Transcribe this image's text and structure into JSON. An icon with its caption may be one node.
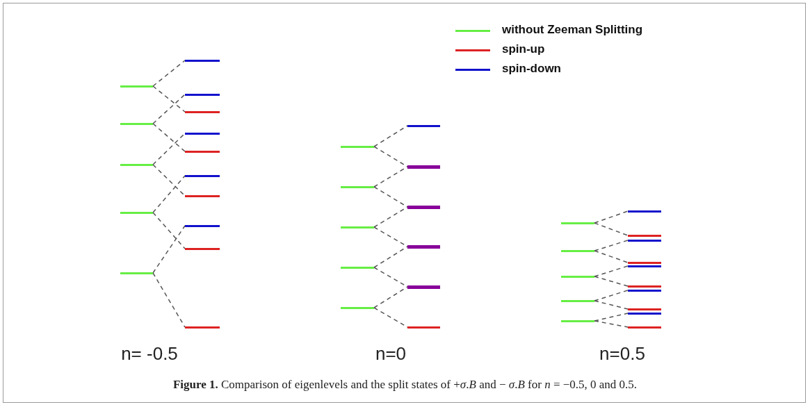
{
  "diagram": {
    "caption": "**Figure 1.** Comparison of eigenlevels and the split states of +*σ*.*B* and − *σ*.*B* for *n* = −0.5, 0 and 0.5.",
    "nodes": [
      {
        "text": [],
        "shape": "bar"
      },
      {
        "text": [],
        "shape": "bar"
      },
      {
        "text": [],
        "shape": "bar"
      },
      {
        "text": [],
        "shape": "bar"
      },
      {
        "text": [],
        "shape": "bar"
      },
      {
        "text": [],
        "shape": "bar"
      },
      {
        "text": [],
        "shape": "bar"
      },
      {
        "text": [],
        "shape": "bar"
      },
      {
        "text": [],
        "shape": "bar"
      },
      {
        "text": [],
        "shape": "bar"
      },
      {
        "text": [],
        "shape": "bar"
      },
      {
        "text": [],
        "shape": "bar"
      },
      {
        "text": [],
        "shape": "bar"
      },
      {
        "text": [],
        "shape": "bar"
      },
      {
        "text": [],
        "shape": "bar"
      },
      {
        "text": [],
        "shape": "bar"
      },
      {
        "text": [],
        "shape": "bar"
      },
      {
        "text": [],
        "shape": "bar"
      },
      {
        "text": [],
        "shape": "bar"
      },
      {
        "text": [],
        "shape": "bar"
      },
      {
        "text": [],
        "shape": "bar"
      },
      {
        "text": [],
        "shape": "bar"
      },
      {
        "text": [],
        "shape": "bar"
      },
      {
        "text": [],
        "shape": "bar"
      },
      {
        "text": [],
        "shape": "bar"
      },
      {
        "text": [],
        "shape": "bar"
      },
      {
        "text": [],
        "shape": "bar"
      },
      {
        "text": [],
        "shape": "bar"
      },
      {
        "text": [],
        "shape": "bar"
      },
      {
        "text": [],
        "shape": "bar"
      },
      {
        "text": [],
        "shape": "bar"
      },
      {
        "text": [],
        "shape": "bar"
      },
      {
        "text": [],
        "shape": "bar"
      },
      {
        "text": [],
        "shape": "bar"
      },
      {
        "text": [],
        "shape": "bar"
      },
      {
        "text": [],
        "shape": "bar"
      },
      {
        "text": [],
        "shape": "bar"
      },
      {
        "text": [],
        "shape": "bar"
      },
      {
        "text": [],
        "shape": "bar"
      },
      {
        "text": [],
        "shape": "bar"
      },
      {
        "text": [],
        "shape": "bar"
      }
    ],
    "edges": [
      {
        "from": 0,
        "to": 5,
        "arrow": "none",
        "style": "dashed"
      },
      {
        "from": 0,
        "to": 7,
        "arrow": "none",
        "style": "dashed"
      },
      {
        "from": 1,
        "to": 6,
        "arrow": "none",
        "style": "dashed"
      },
      {
        "from": 1,
        "to": 9,
        "arrow": "none",
        "style": "dashed"
      },
      {
        "from": 2,
        "to": 8,
        "arrow": "none",
        "style": "dashed"
      },
      {
        "from": 2,
        "to": 11,
        "arrow": "none",
        "style": "dashed"
      },
      {
        "from": 3,
        "to": 10,
        "arrow": "none",
        "style": "dashed"
      },
      {
        "from": 3,
        "to": 13,
        "arrow": "none",
        "style": "dashed"
      },
      {
        "from": 4,
        "to": 12,
        "arrow": "none",
        "style": "dashed"
      },
      {
        "from": 4,
        "to": 14,
        "arrow": "none",
        "style": "dashed"
      },
      {
        "from": 15,
        "to": 20,
        "arrow": "none",
        "style": "dashed"
      },
      {
        "from": 15,
        "to": 21,
        "arrow": "none",
        "style": "dashed"
      },
      {
        "from": 16,
        "to": 21,
        "arrow": "none",
        "style": "dashed"
      },
      {
        "from": 16,
        "to": 22,
        "arrow": "none",
        "style": "dashed"
      },
      {
        "from": 17,
        "to": 22,
        "arrow": "none",
        "style": "dashed"
      },
      {
        "from": 17,
        "to": 23,
        "arrow": "none",
        "style": "dashed"
      },
      {
        "from": 18,
        "to": 23,
        "arrow": "none",
        "style": "dashed"
      },
      {
        "from": 18,
        "to": 24,
        "arrow": "none",
        "style": "dashed"
      },
      {
        "from": 19,
        "to": 24,
        "arrow": "none",
        "style": "dashed"
      },
      {
        "from": 19,
        "to": 25,
        "arrow": "none",
        "style": "dashed"
      },
      {
        "from": 26,
        "to": 31,
        "arrow": "none",
        "style": "dashed"
      },
      {
        "from": 26,
        "to": 32,
        "arrow": "none",
        "style": "dashed"
      },
      {
        "from": 27,
        "to": 33,
        "arrow": "none",
        "style": "dashed"
      },
      {
        "from": 27,
        "to": 34,
        "arrow": "none",
        "style": "dashed"
      },
      {
        "from": 28,
        "to": 35,
        "arrow": "none",
        "style": "dashed"
      },
      {
        "from": 28,
        "to": 36,
        "arrow": "none",
        "style": "dashed"
      },
      {
        "from": 29,
        "to": 37,
        "arrow": "none",
        "style": "dashed"
      },
      {
        "from": 29,
        "to": 38,
        "arrow": "none",
        "style": "dashed"
      },
      {
        "from": 30,
        "to": 39,
        "arrow": "none",
        "style": "dashed"
      },
      {
        "from": 30,
        "to": 40,
        "arrow": "none",
        "style": "dashed"
      }
    ],
    "labels": [
      "n= -0.5",
      "n=0",
      "n=0.5"
    ],
    "legend": [
      {
        "text": "without Zeeman Splitting",
        "color": "#66ee44"
      },
      {
        "text": "spin-up",
        "color": "#dd2222"
      },
      {
        "text": "spin-down",
        "color": "#1111cc"
      }
    ]
  }
}
